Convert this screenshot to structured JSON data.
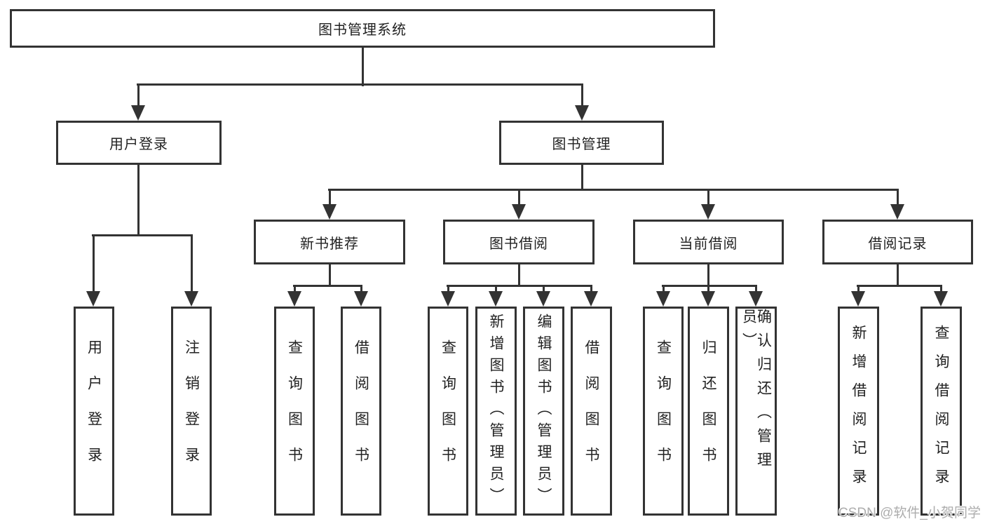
{
  "diagram": {
    "title": "图书管理系统",
    "root": {
      "label": "图书管理系统"
    },
    "level2": [
      {
        "label": "用户登录"
      },
      {
        "label": "图书管理"
      }
    ],
    "level3": [
      {
        "label": "新书推荐"
      },
      {
        "label": "图书借阅"
      },
      {
        "label": "当前借阅"
      },
      {
        "label": "借阅记录"
      }
    ],
    "leaves": {
      "login": [
        {
          "label": "用户登录"
        },
        {
          "label": "注销登录"
        }
      ],
      "newbook": [
        {
          "label": "查询图书"
        },
        {
          "label": "借阅图书"
        }
      ],
      "borrow": [
        {
          "label": "查询图书"
        },
        {
          "label": "新增图书（管理员）"
        },
        {
          "label": "编辑图书（管理员）"
        },
        {
          "label": "借阅图书"
        }
      ],
      "current": [
        {
          "label": "查询图书"
        },
        {
          "label": "归还图书"
        },
        {
          "label": "确认归还（管理员）"
        }
      ],
      "records": [
        {
          "label": "新增借阅记录"
        },
        {
          "label": "查询借阅记录"
        }
      ]
    },
    "colors": {
      "line": "#333333",
      "box_fill": "#ffffff",
      "text": "#222222",
      "watermark": "#adadad"
    }
  },
  "watermark": {
    "text": "CSDN @软件_小贺同学"
  }
}
